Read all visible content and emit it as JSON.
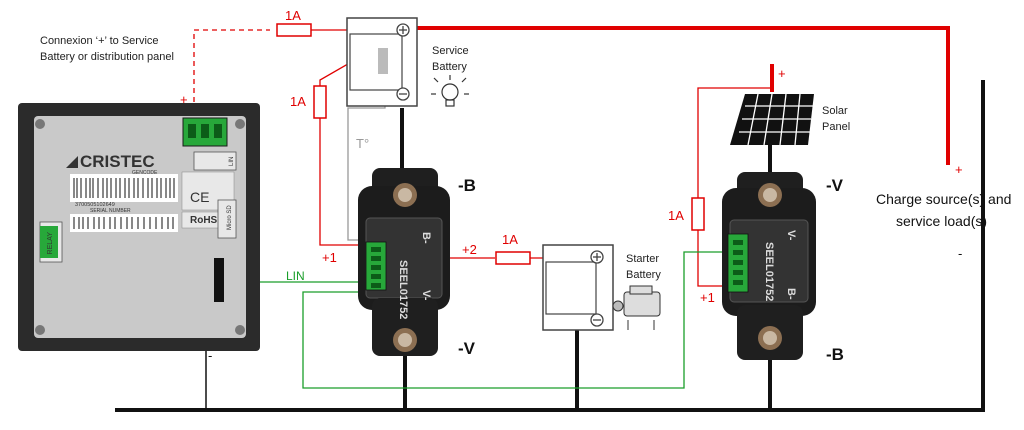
{
  "labels": {
    "connexion_line1": "Connexion ‘+’ to Service",
    "connexion_line2": "Battery or distribution panel",
    "service_battery_1": "Service",
    "service_battery_2": "Battery",
    "starter_battery_1": "Starter",
    "starter_battery_2": "Battery",
    "solar_panel_1": "Solar",
    "solar_panel_2": "Panel",
    "charge_source_1": "Charge source(s) and",
    "charge_source_2": "service load(s)",
    "temp": "T°",
    "lin": "LIN"
  },
  "fuses": [
    "1A",
    "1A",
    "1A",
    "1A"
  ],
  "polarity": {
    "plus": "+",
    "minus": "-",
    "plus1": "+1",
    "plus2": "+2",
    "b_left": "-B",
    "v_left": "-V",
    "v_right": "-V",
    "b_right": "-B"
  },
  "controller": {
    "brand": "CRISTEC",
    "gencode": "GENCODE",
    "serial": "SERIAL NUMBER",
    "relay": "RELAY",
    "micro_sd": "Micro SD",
    "lin_port": "LIN",
    "rohs": "RoHS",
    "ce": "CE",
    "barcode_number": "3700505102649"
  },
  "shunt": {
    "part": "SEEL01752",
    "b_minus": "B-",
    "v_minus": "V-"
  },
  "colors": {
    "positive": "#e00000",
    "lin": "#1a9e2a",
    "negative": "#111111"
  }
}
